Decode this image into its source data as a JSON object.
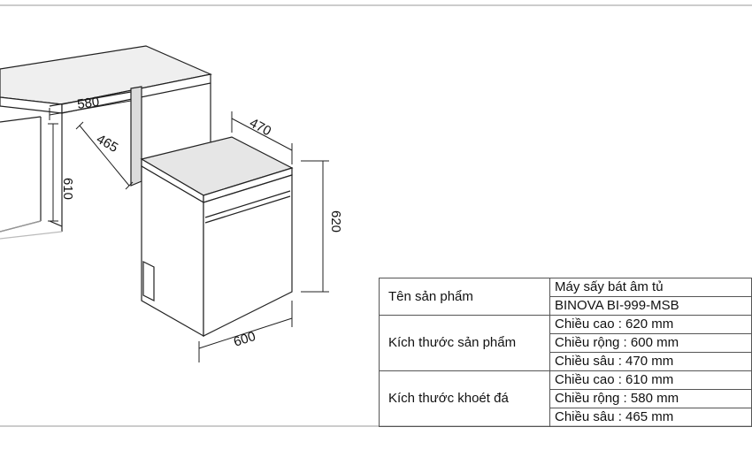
{
  "diagram": {
    "dimension_labels": {
      "niche_width": "580",
      "niche_depth": "465",
      "niche_height": "610",
      "unit_depth": "470",
      "unit_height": "620",
      "unit_width": "600"
    }
  },
  "spec_table": {
    "rows": [
      {
        "label": "Tên sản phẩm",
        "values": [
          "Máy sấy bát âm tủ",
          "BINOVA BI-999-MSB"
        ]
      },
      {
        "label": "Kích thước sản phẩm",
        "values": [
          "Chiều cao   : 620 mm",
          "Chiều rộng : 600 mm",
          "Chiều sâu    : 470 mm"
        ]
      },
      {
        "label": "Kích thước khoét đá",
        "values": [
          "Chiều cao    : 610 mm",
          "Chiều rộng  : 580 mm",
          "Chiều sâu     : 465 mm"
        ]
      }
    ]
  }
}
